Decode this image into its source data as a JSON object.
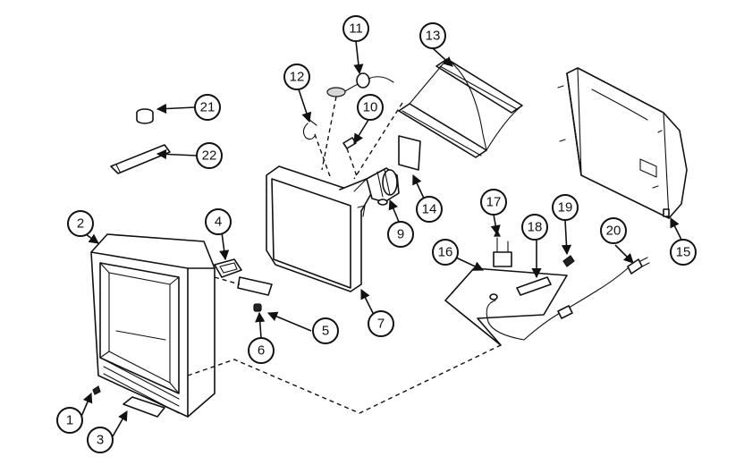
{
  "callouts": [
    {
      "id": "1",
      "label": "1"
    },
    {
      "id": "2",
      "label": "2"
    },
    {
      "id": "3",
      "label": "3"
    },
    {
      "id": "4",
      "label": "4"
    },
    {
      "id": "5",
      "label": "5"
    },
    {
      "id": "6",
      "label": "6"
    },
    {
      "id": "7",
      "label": "7"
    },
    {
      "id": "9",
      "label": "9"
    },
    {
      "id": "10",
      "label": "10"
    },
    {
      "id": "11",
      "label": "11"
    },
    {
      "id": "12",
      "label": "12"
    },
    {
      "id": "13",
      "label": "13"
    },
    {
      "id": "14",
      "label": "14"
    },
    {
      "id": "15",
      "label": "15"
    },
    {
      "id": "16",
      "label": "16"
    },
    {
      "id": "17",
      "label": "17"
    },
    {
      "id": "18",
      "label": "18"
    },
    {
      "id": "19",
      "label": "19"
    },
    {
      "id": "20",
      "label": "20"
    },
    {
      "id": "21",
      "label": "21"
    },
    {
      "id": "22",
      "label": "22"
    }
  ]
}
